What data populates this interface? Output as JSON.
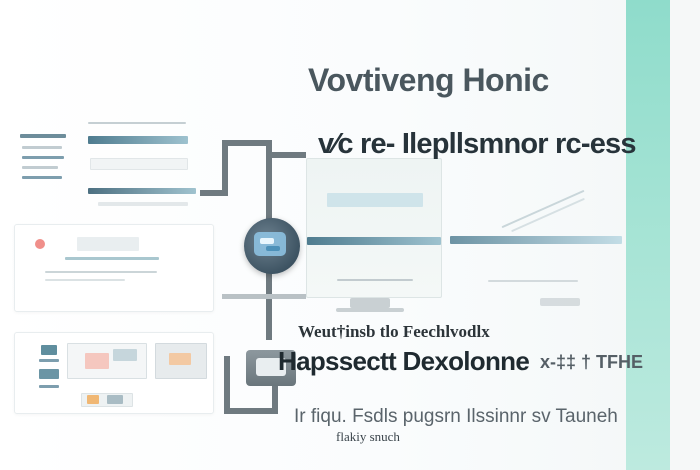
{
  "texts": {
    "heading_main": "Vovtiveng Honic",
    "heading_sub": "v∕c re- Ilepllsmnor rc-ess",
    "label_small": "Weut†insb tlo Feechlvodlx",
    "label_big": "Hapssectt Dexolonne",
    "label_trail": "x-‡‡ † TFHE",
    "caption_line": "Ir fiqu. Fsdls pugsrn Ilssinnr sv Tauneh",
    "caption_small": "flakiy snuch"
  },
  "colors": {
    "accent_mint": "#8fdccb",
    "accent_teal": "#5f8e9e",
    "accent_blue": "#8fc6e6",
    "connector": "#6f7a80",
    "dot_red": "#f08f8a"
  },
  "icons": {
    "hub": "circle-screen-icon",
    "node": "small-device-icon"
  }
}
